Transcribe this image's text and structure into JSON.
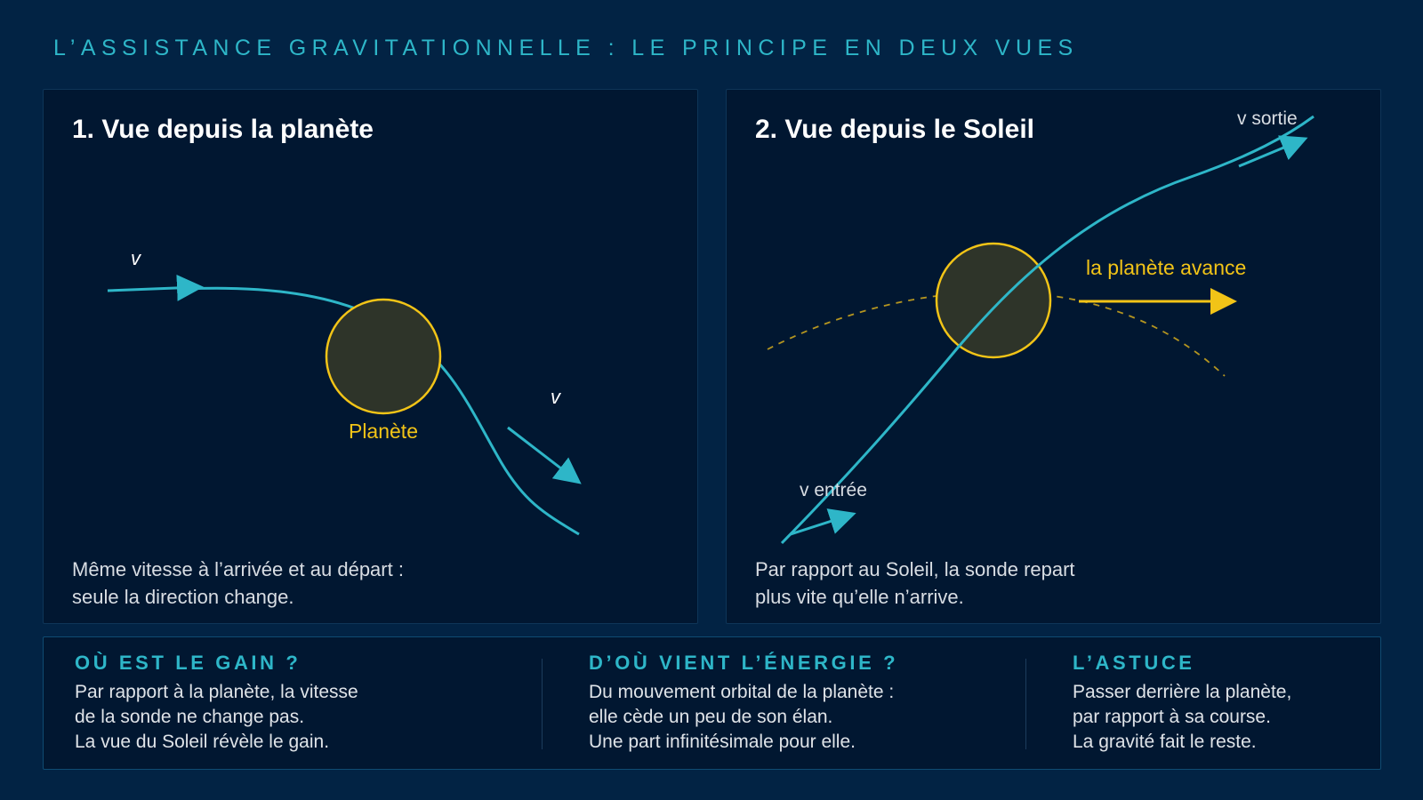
{
  "title": "L’ASSISTANCE GRAVITATIONNELLE : LE PRINCIPE EN DEUX VUES",
  "colors": {
    "background": "#022344",
    "panel": "#011731",
    "accent_teal": "#2eb6c8",
    "planet_yellow": "#f2c417",
    "planet_fill": "#2e3429"
  },
  "panel_left": {
    "title": "1. Vue depuis la planète",
    "label_v_in": "v",
    "label_v_out": "v",
    "planet_label": "Planète",
    "caption": [
      "Même vitesse à l’arrivée et au départ :",
      "seule la direction change."
    ]
  },
  "panel_right": {
    "title": "2. Vue depuis le Soleil",
    "label_v_out": "v sortie",
    "label_v_in": "v entrée",
    "planet_motion_label": "la planète avance",
    "caption": [
      "Par rapport au Soleil, la sonde repart",
      "plus vite qu’elle n’arrive."
    ]
  },
  "bottom": {
    "columns": [
      {
        "heading": "OÙ EST LE GAIN ?",
        "lines": [
          "Par rapport à la planète, la vitesse",
          "de la sonde ne change pas.",
          "La vue du Soleil révèle le gain."
        ]
      },
      {
        "heading": "D’OÙ VIENT L’ÉNERGIE ?",
        "lines": [
          "Du mouvement orbital de la planète :",
          "elle cède un peu de son élan.",
          "Une part infinitésimale pour elle."
        ]
      },
      {
        "heading": "L’ASTUCE",
        "lines": [
          "Passer derrière la planète,",
          "par rapport à sa course.",
          "La gravité fait le reste."
        ]
      }
    ]
  }
}
